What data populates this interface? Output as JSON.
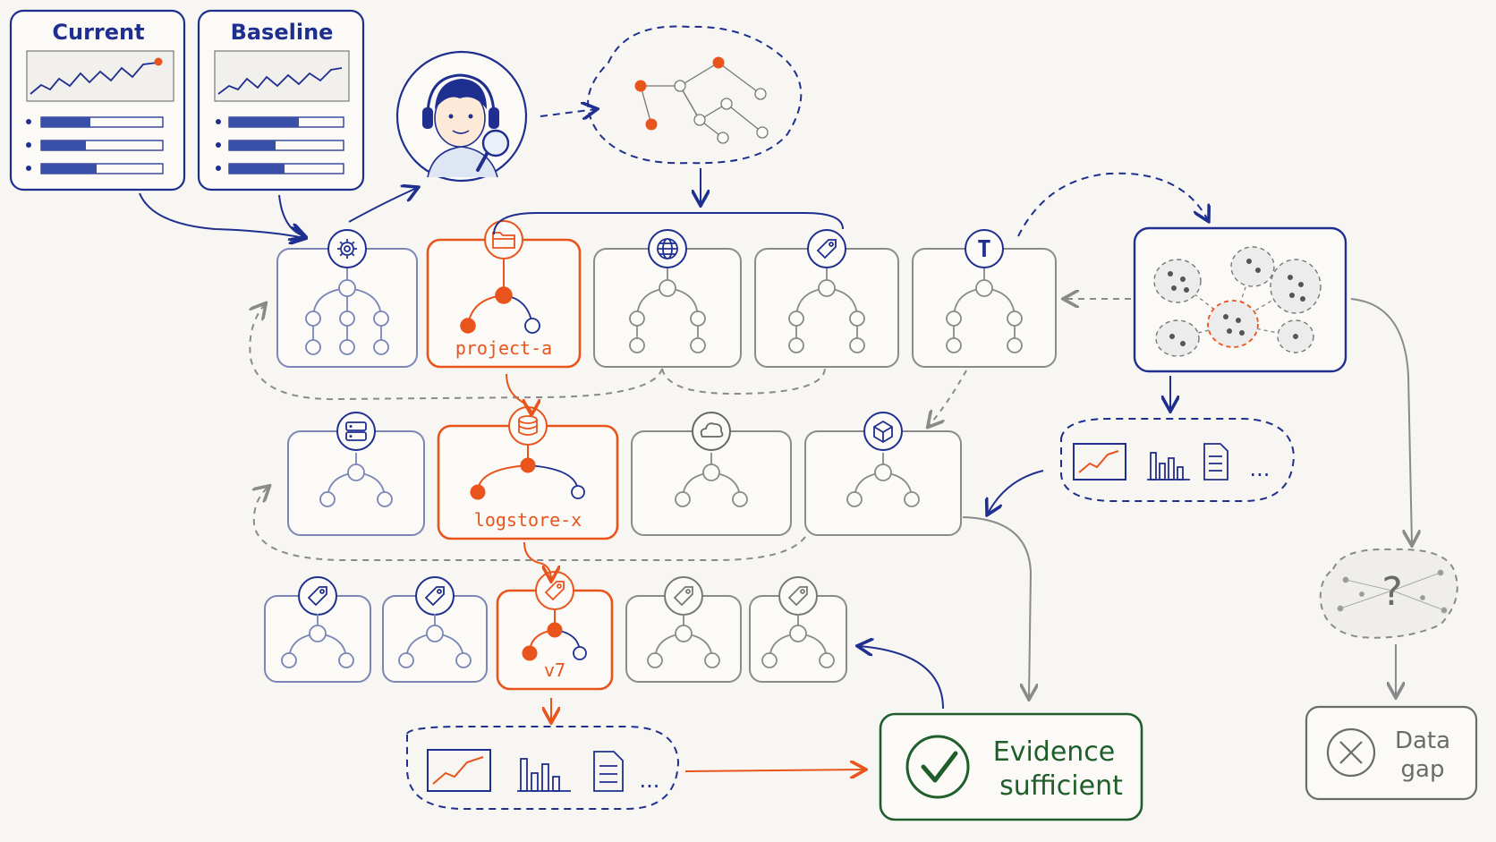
{
  "panels": {
    "current_title": "Current",
    "baseline_title": "Baseline"
  },
  "nodes": {
    "project_label": "project-a",
    "logstore_label": "logstore-x",
    "version_label": "v7"
  },
  "icons": {
    "row1": [
      "gear-icon",
      "folder-icon",
      "globe-icon",
      "tag-icon",
      "text-type-icon"
    ],
    "row2": [
      "server-icon",
      "database-icon",
      "cloud-icon",
      "cube-icon"
    ],
    "row3": [
      "tag-icon",
      "tag-icon",
      "tag-icon",
      "tag-icon",
      "tag-icon"
    ]
  },
  "evidence": {
    "ellipsis": "...",
    "label_line1": "Evidence",
    "label_line2": "sufficient"
  },
  "data_gap": {
    "question": "?",
    "label_line1": "Data",
    "label_line2": "gap"
  },
  "colors": {
    "navy": "#1e2f8f",
    "orange": "#e8541c",
    "gray": "#8a8a8a",
    "green": "#1f5e2a",
    "paper": "#f7f6f2"
  }
}
